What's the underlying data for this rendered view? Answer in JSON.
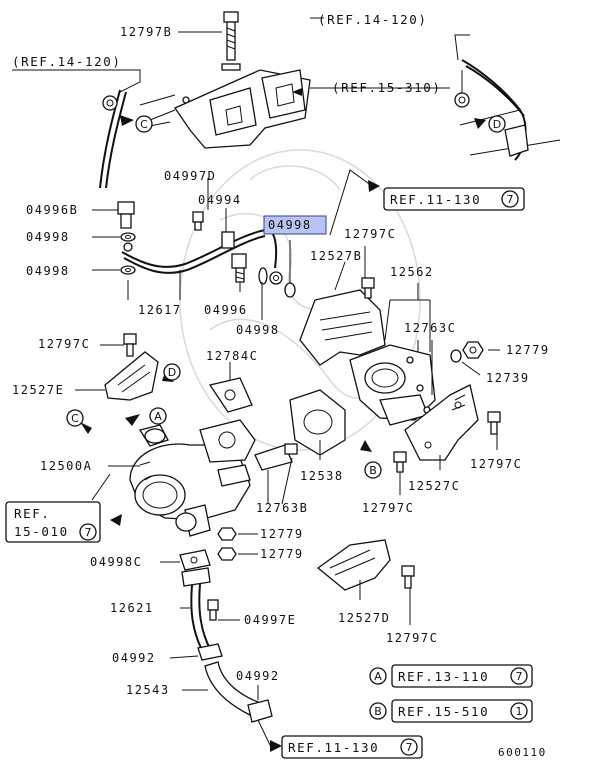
{
  "diagram_id": "600110",
  "highlighted_part": "04998",
  "colors": {
    "highlight": "#b9c3ef",
    "ink": "#111111"
  },
  "labels": {
    "p12797B": "12797B",
    "p04997D": "04997D",
    "p04994": "04994",
    "p04996B": "04996B",
    "p04998a": "04998",
    "p04998b": "04998",
    "p04998_hl": "04998",
    "p12797C_top": "12797C",
    "p12527B": "12527B",
    "p12562": "12562",
    "p12617": "12617",
    "p04996": "04996",
    "p04998c": "04998",
    "p12763C": "12763C",
    "p12779a": "12779",
    "p12739": "12739",
    "p12797C_left": "12797C",
    "p12784C": "12784C",
    "p12527E": "12527E",
    "p12500A": "12500A",
    "p12538": "12538",
    "p12527C": "12527C",
    "p12797C_right": "12797C",
    "p12763B": "12763B",
    "p12797C_mid": "12797C",
    "p12779b": "12779",
    "p12779c": "12779",
    "p04998C": "04998C",
    "p12621": "12621",
    "p04997E": "04997E",
    "p12527D": "12527D",
    "p12797C_bottom": "12797C",
    "p04992a": "04992",
    "p04992b": "04992",
    "p12543": "12543"
  },
  "refs": {
    "ref_top_left": "(REF.14-120)",
    "ref_top_right": "(REF.14-120)",
    "ref_15_310": "(REF.15-310)",
    "ref_11_130_top": "REF.11-130",
    "ref_11_130_top_num": "7",
    "ref_15_010_line1": "REF.",
    "ref_15_010_line2": "15-010",
    "ref_15_010_num": "7",
    "ref_11_130_bottom": "REF.11-130",
    "ref_11_130_bottom_num": "7"
  },
  "callouts": {
    "A": "A",
    "B": "B",
    "C": "C",
    "D": "D"
  },
  "legend": [
    {
      "letter": "A",
      "ref": "REF.13-110",
      "num": "7"
    },
    {
      "letter": "B",
      "ref": "REF.15-510",
      "num": "1"
    }
  ]
}
